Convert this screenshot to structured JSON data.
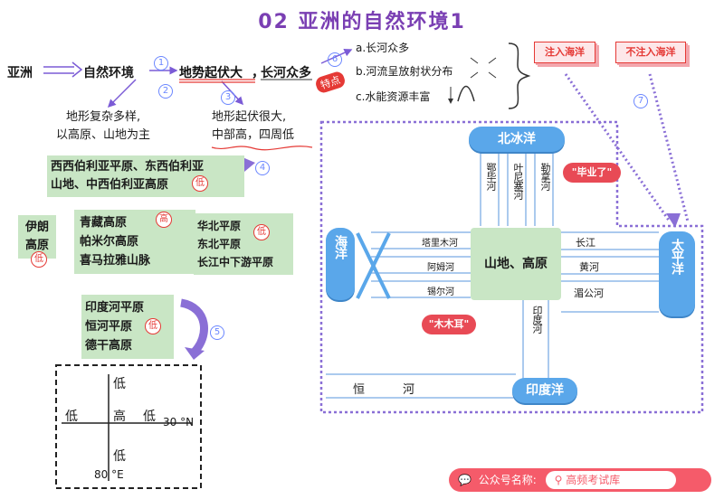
{
  "title": "02 亚洲的自然环境1",
  "flow": {
    "asia": "亚洲",
    "nature": "自然环境",
    "terrain": "地势起伏大",
    "rivers": "长河众多",
    "comma": "，",
    "feature_badge": "特点",
    "river_features": [
      "a.长河众多",
      "b.河流呈放射状分布",
      "c.水能资源丰富"
    ],
    "step_numbers": [
      "1",
      "2",
      "3",
      "4",
      "5",
      "6",
      "7"
    ]
  },
  "notes": {
    "note2_lines": [
      "地形复杂多样,",
      "以高原、山地为主"
    ],
    "note3_lines": [
      "地形起伏很大,",
      "中部高，四周低"
    ],
    "plains_lines": [
      "西西伯利亚平原、东西伯利亚",
      "山地、中西伯利亚高原"
    ],
    "iran": [
      "伊朗",
      "高原"
    ],
    "plateaus": [
      "青藏高原",
      "帕米尔高原",
      "喜马拉雅山脉"
    ],
    "north_china": [
      "华北平原",
      "东北平原",
      "长江中下游平原"
    ],
    "india": [
      "印度河平原",
      "恒河平原",
      "德干高原"
    ],
    "low": "低",
    "high": "高"
  },
  "stamps": {
    "into_ocean": "注入海洋",
    "not_into_ocean": "不注入海洋"
  },
  "profile_box": {
    "top": "低",
    "left": "低",
    "center": "高",
    "right": "低",
    "bottom": "低",
    "lat": "30 °N",
    "lon": "80 °E"
  },
  "map": {
    "arctic": "北冰洋",
    "sea": "海洋",
    "pacific": "太平洋",
    "indian": "印度洋",
    "center": "山地、高原",
    "north_rivers": [
      "鄂毕河",
      "叶尼塞河",
      "勒拿河"
    ],
    "west_rivers": [
      "塔里木河",
      "阿姆河",
      "锡尔河"
    ],
    "east_rivers": [
      "长江",
      "黄河",
      "湄公河"
    ],
    "south_river": "印度河",
    "ganges_chars": [
      "恒",
      "河"
    ],
    "graduated": "\"毕业了\"",
    "mumuer": "\"木木耳\""
  },
  "footer": {
    "account": "公众号名称:",
    "name": "高频考试库"
  }
}
